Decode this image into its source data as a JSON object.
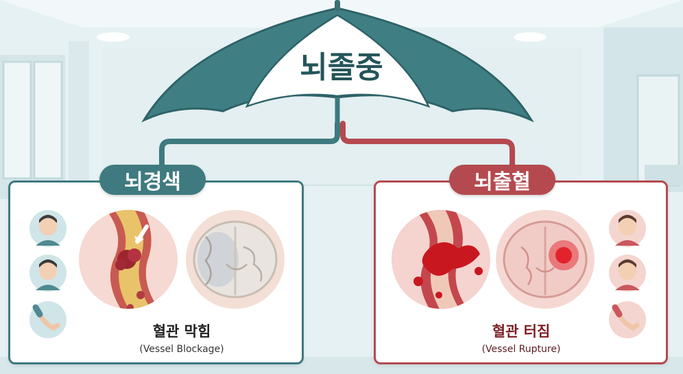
{
  "main": {
    "title": "뇌졸중"
  },
  "left": {
    "label": "뇌경색",
    "caption_ko": "혈관 막힘",
    "caption_en": "(Vessel Blockage)"
  },
  "right": {
    "label": "뇌출혈",
    "caption_ko": "혈관 터짐",
    "caption_en": "(Vessel Rupture)"
  },
  "colors": {
    "teal": "#3e7a80",
    "red": "#b44a4f"
  }
}
